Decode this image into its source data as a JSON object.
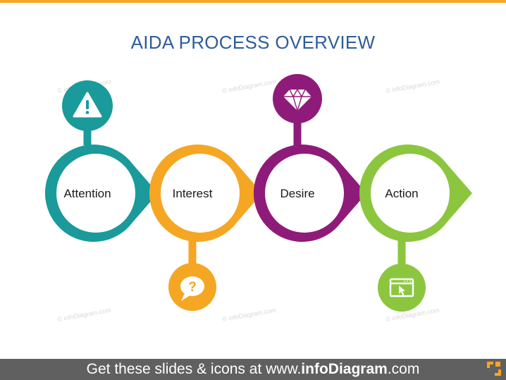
{
  "title": "AIDA PROCESS OVERVIEW",
  "stages": [
    {
      "label": "Attention",
      "color": "#1A9A9A",
      "icon": "warning-icon",
      "icon_side": "top"
    },
    {
      "label": "Interest",
      "color": "#F5A623",
      "icon": "question-speech-bubble-icon",
      "icon_side": "bottom"
    },
    {
      "label": "Desire",
      "color": "#8E1B7A",
      "icon": "diamond-icon",
      "icon_side": "top"
    },
    {
      "label": "Action",
      "color": "#8CC63F",
      "icon": "browser-cursor-icon",
      "icon_side": "bottom"
    }
  ],
  "watermark": "© infoDiagram.com",
  "footer": {
    "prefix": "Get these slides & icons at www.",
    "brand": "infoDiagram",
    "suffix": ".com"
  },
  "colors": {
    "top_rule": "#F5A623",
    "title": "#2E5C9A",
    "footer_bg": "#606060"
  }
}
